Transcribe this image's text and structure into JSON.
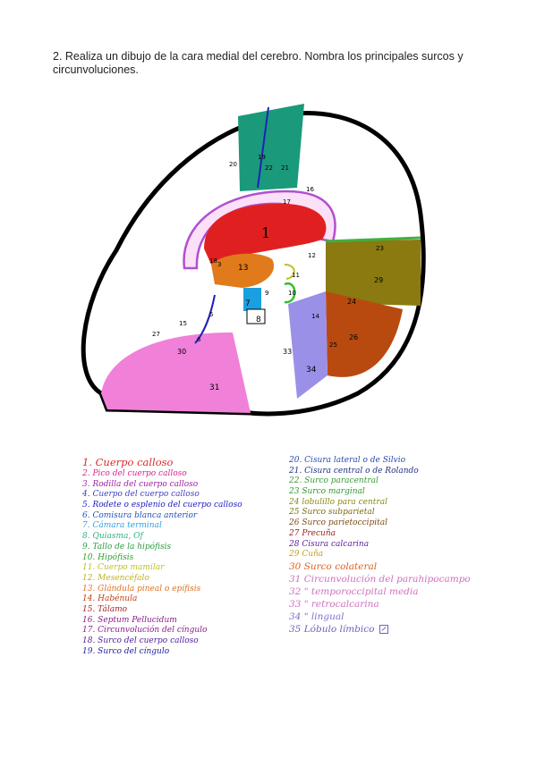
{
  "question": "2. Realiza un dibujo de la cara medial del cerebro. Nombra los principales surcos y circunvoluciones.",
  "diagram": {
    "numbers": {
      "n1": "1",
      "n3": "3",
      "n5": "5",
      "n6": "6",
      "n7": "7",
      "n8": "8",
      "n9": "9",
      "n10": "10",
      "n11": "11",
      "n12": "12",
      "n13": "13",
      "n14": "14",
      "n15": "15",
      "n16": "16",
      "n17": "17",
      "n18": "18",
      "n19": "19",
      "n20": "20",
      "n21": "21",
      "n22": "22",
      "n23": "23",
      "n24": "24",
      "n25": "25",
      "n26": "26",
      "n27": "27",
      "n29": "29",
      "n30": "30",
      "n31": "31",
      "n33": "33",
      "n34": "34"
    },
    "colors": {
      "corpus_callosum": "#e02020",
      "genu": "#e07030",
      "cingulate": "#f0a0e8",
      "paracentral": "#1a9a7a",
      "precuneus": "#8a7a10",
      "cuneus": "#b84a10",
      "lingual": "#9a90e8",
      "parahippocampal": "#f080d8",
      "septum": "#1aa0e0",
      "rostrum": "#2020c0",
      "cingulate_sulcus": "#c070e0"
    }
  },
  "legend_left": [
    {
      "text": "1. Cuerpo calloso",
      "color": "#e02828"
    },
    {
      "text": "2. Pico del cuerpo calloso",
      "color": "#e02090"
    },
    {
      "text": "3. Rodilla del cuerpo calloso",
      "color": "#a020a0"
    },
    {
      "text": "4. Cuerpo del cuerpo calloso",
      "color": "#4040c0"
    },
    {
      "text": "5. Rodete o esplenio del cuerpo calloso",
      "color": "#2020c0"
    },
    {
      "text": "6. Comisura blanca anterior",
      "color": "#2050c0"
    },
    {
      "text": "7. Cámara terminal",
      "color": "#30a0e0"
    },
    {
      "text": "8. Quiasma, Of",
      "color": "#30b080"
    },
    {
      "text": "9. Tallo de la hipófisis",
      "color": "#2a9a40"
    },
    {
      "text": "10. Hipófisis",
      "color": "#30a030"
    },
    {
      "text": "11. Cuerpo mamilar",
      "color": "#c0c020"
    },
    {
      "text": "12. Mesencéfalo",
      "color": "#c0b020"
    },
    {
      "text": "13. Glándula pineal o epífisis",
      "color": "#e07020"
    },
    {
      "text": "14. Habénula",
      "color": "#c04010"
    },
    {
      "text": "15. Tálamo",
      "color": "#b02020"
    },
    {
      "text": "16. Septum Pellucidum",
      "color": "#8a1a8a"
    },
    {
      "text": "17. Circunvolución del cíngulo",
      "color": "#8a1a8a"
    },
    {
      "text": "18. Surco del cuerpo calloso",
      "color": "#5020a0"
    },
    {
      "text": "19. Surco del cíngulo",
      "color": "#2020a0"
    }
  ],
  "legend_right": [
    {
      "text": "20. Cisura lateral o de Silvio",
      "color": "#2a4ab0"
    },
    {
      "text": "21. Cisura central o de Rolando",
      "color": "#203080"
    },
    {
      "text": "22. Surco paracentral",
      "color": "#3a9a3a"
    },
    {
      "text": "23 Surco marginal",
      "color": "#2a9a2a"
    },
    {
      "text": "24 lobulillo para central",
      "color": "#8a8a10"
    },
    {
      "text": "25 Surco subparietal",
      "color": "#7a6a10"
    },
    {
      "text": "26 Surco parietoccipital",
      "color": "#7a4a10"
    },
    {
      "text": "27 Precuña",
      "color": "#a02020"
    },
    {
      "text": "28 Cisura calcarina",
      "color": "#5a20a0"
    },
    {
      "text": "29 Cuña",
      "color": "#c0a020"
    },
    {
      "text": "30 Surco colateral",
      "color": "#e06020"
    },
    {
      "text": "31 Circunvolución del parahipocampo",
      "color": "#d070c0"
    },
    {
      "text": "32    \"  temporoccipital media",
      "color": "#d070c0"
    },
    {
      "text": "33    \"  retrocalcarina",
      "color": "#d070c0"
    },
    {
      "text": "34    \"  lingual",
      "color": "#8070d0"
    },
    {
      "text": "35 Lóbulo límbico",
      "color": "#6a64c0"
    }
  ]
}
